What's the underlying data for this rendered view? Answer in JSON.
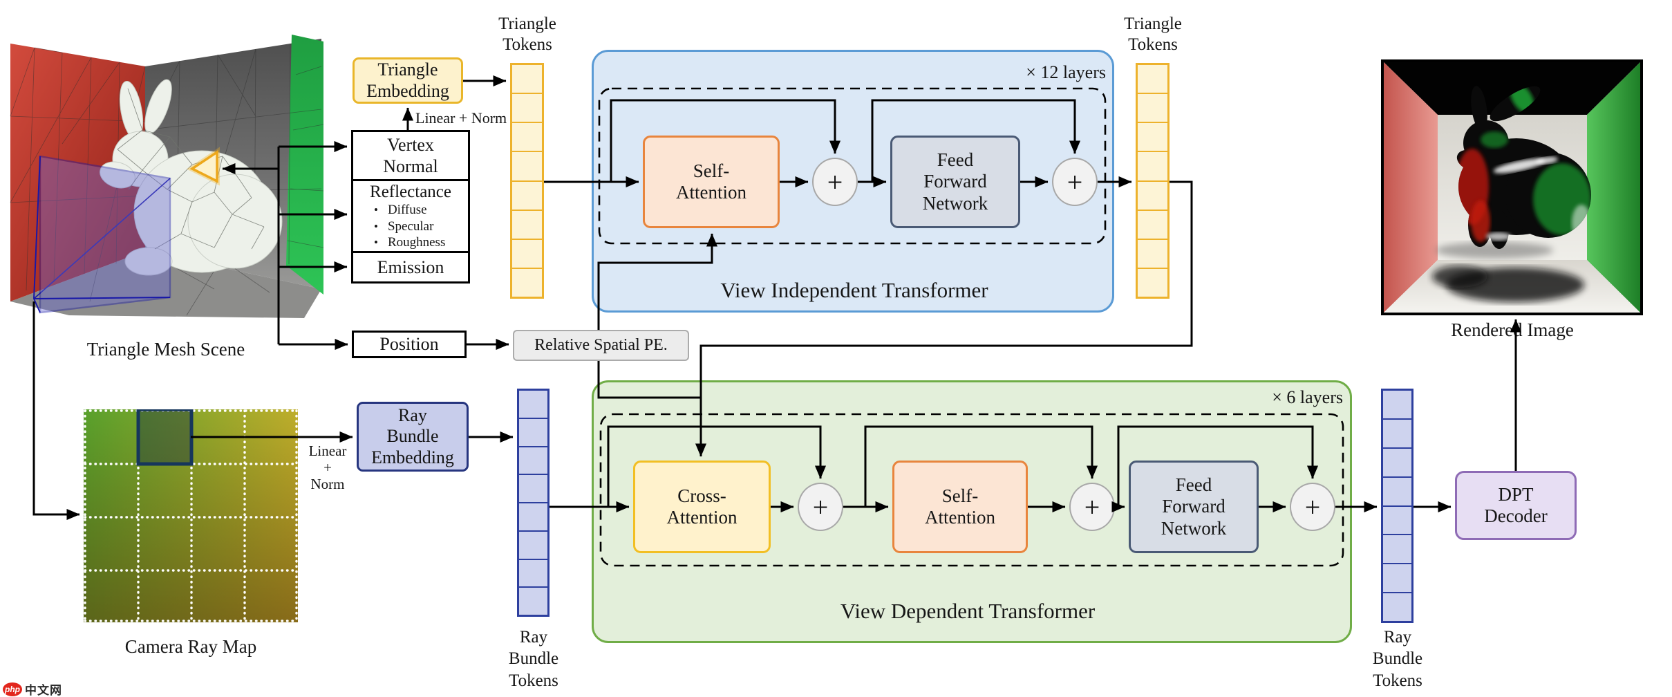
{
  "scene": {
    "label": "Triangle Mesh Scene"
  },
  "camera_ray_map": {
    "label": "Camera Ray Map"
  },
  "inputs": {
    "triangle_embedding": {
      "lines": [
        "Triangle",
        "Embedding"
      ]
    },
    "linear_norm_top": "Linear + Norm",
    "attributes": {
      "vertex_normal": {
        "lines": [
          "Vertex",
          "Normal"
        ]
      },
      "reflectance": {
        "title": "Reflectance",
        "bullets": [
          "Diffuse",
          "Specular",
          "Roughness"
        ]
      },
      "emission": "Emission",
      "position": "Position"
    },
    "relative_spatial_pe": "Relative Spatial PE.",
    "ray_bundle_embedding": {
      "lines": [
        "Ray",
        "Bundle",
        "Embedding"
      ]
    },
    "linear_norm_bottom": {
      "lines": [
        "Linear",
        "+",
        "Norm"
      ]
    }
  },
  "tokens": {
    "triangle_tokens_left": {
      "lines": [
        "Triangle",
        "Tokens"
      ],
      "cells": 8
    },
    "triangle_tokens_right": {
      "lines": [
        "Triangle",
        "Tokens"
      ],
      "cells": 8
    },
    "ray_bundle_tokens_left": {
      "lines": [
        "Ray",
        "Bundle",
        "Tokens"
      ],
      "cells": 8
    },
    "ray_bundle_tokens_right": {
      "lines": [
        "Ray",
        "Bundle",
        "Tokens"
      ],
      "cells": 8
    }
  },
  "vit": {
    "title": "View Independent Transformer",
    "layers": "× 12 layers",
    "self_attention": {
      "lines": [
        "Self-",
        "Attention"
      ]
    },
    "ffn": {
      "lines": [
        "Feed",
        "Forward",
        "Network"
      ]
    },
    "add": "+"
  },
  "vdt": {
    "title": "View Dependent Transformer",
    "layers": "× 6 layers",
    "cross_attention": {
      "lines": [
        "Cross-",
        "Attention"
      ]
    },
    "self_attention": {
      "lines": [
        "Self-",
        "Attention"
      ]
    },
    "ffn": {
      "lines": [
        "Feed",
        "Forward",
        "Network"
      ]
    },
    "add": "+"
  },
  "decoder": {
    "dpt": {
      "lines": [
        "DPT",
        "Decoder"
      ]
    }
  },
  "output": {
    "rendered_image_label": "Rendered Image"
  },
  "watermark": {
    "brand": "php",
    "text": "中文网"
  },
  "colors": {
    "vit_fill": "#dbe8f6",
    "vit_border": "#5b9bd5",
    "vdt_fill": "#e3efda",
    "vdt_border": "#70ad47",
    "self_attention_fill": "#fce5d4",
    "self_attention_border": "#e8853d",
    "cross_attention_fill": "#fff2cc",
    "cross_attention_border": "#f2bf24",
    "ffn_fill": "#d8dde6",
    "ffn_border": "#4a5a75",
    "triangle_token_fill": "#fdf4d6",
    "triangle_token_border": "#edb22c",
    "ray_token_fill": "#ced3ee",
    "ray_token_border": "#2d3f9e",
    "ray_embedding_fill": "#c8cdeb",
    "ray_embedding_border": "#26357f",
    "dpt_fill": "#e7def3",
    "dpt_border": "#8e6bb5",
    "pe_fill": "#ececec",
    "pe_border": "#ababab",
    "line": "#000000"
  }
}
